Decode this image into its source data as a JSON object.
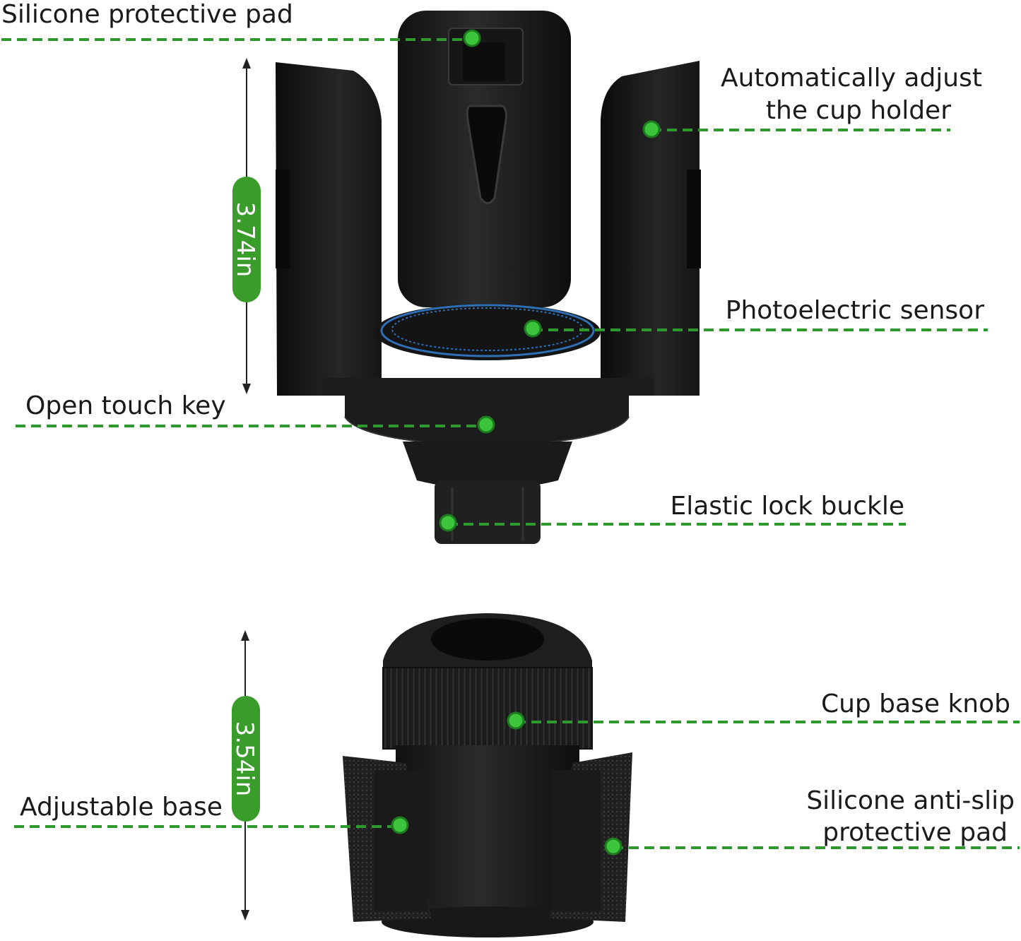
{
  "labels": {
    "silicone_pad": "Silicone protective pad",
    "auto_adjust_line1": "Automatically adjust",
    "auto_adjust_line2": "the cup holder",
    "photo_sensor": "Photoelectric sensor",
    "open_touch_key": "Open touch key",
    "elastic_buckle": "Elastic lock buckle",
    "cup_base_knob": "Cup base knob",
    "adjustable_base": "Adjustable base",
    "anti_slip_line1": "Silicone anti-slip",
    "anti_slip_line2": "protective pad"
  },
  "dimensions": {
    "top_height": "3.74in",
    "bottom_height": "3.54in"
  },
  "colors": {
    "accent_green": "#2e9a2e",
    "dot_green": "#3cc43c",
    "badge_green": "#3a9c2a",
    "product_black": "#1c1c1c",
    "sensor_blue": "#2f6fb5"
  }
}
